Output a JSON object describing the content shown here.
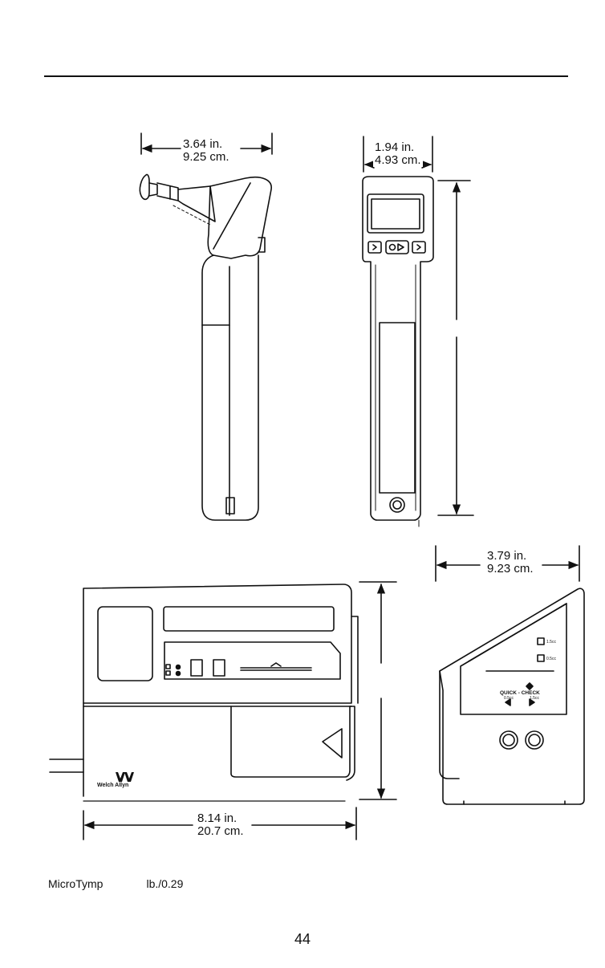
{
  "dimensions": {
    "handheld_side_width_in": "3.64 in.",
    "handheld_side_width_cm": "9.25 cm.",
    "handheld_front_width_in": "1.94 in.",
    "handheld_front_width_cm": "4.93 cm.",
    "base_depth_in": "3.79 in.",
    "base_depth_cm": "9.23 cm.",
    "base_width_in": "8.14 in.",
    "base_width_cm": "20.7 cm."
  },
  "base_labels": {
    "volume_upper": "1.5cc",
    "volume_lower": "0.5cc",
    "quick_check": "QUICK - CHECK",
    "qc_left": "0.5cc",
    "qc_right": "1.5cc",
    "brand_mark": "WA",
    "brand_name": "Welch Allyn"
  },
  "caption": {
    "product": "MicroTymp",
    "weight": "lb./0.29"
  },
  "page_number": "44"
}
